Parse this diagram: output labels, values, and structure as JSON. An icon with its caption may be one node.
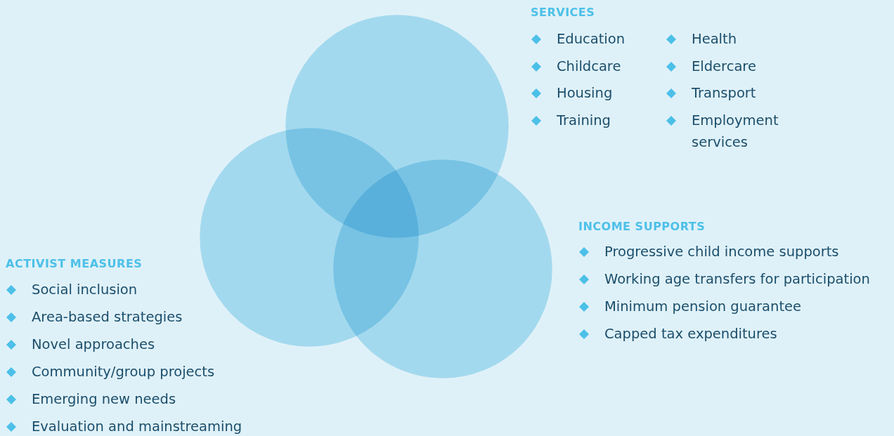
{
  "diagram": {
    "nodes": [
      {
        "text": [],
        "shape": "circle"
      },
      {
        "text": [],
        "shape": "circle"
      },
      {
        "text": [],
        "shape": "circle"
      }
    ],
    "labels": [
      "SERVICES",
      "Education",
      "Health",
      "Childcare",
      "Eldercare",
      "Housing",
      "Transport",
      "Training",
      "Employment services",
      "INCOME SUPPORTS",
      "Progressive child income supports",
      "Working age transfers for participation",
      "Minimum pension guarantee",
      "Capped tax expenditures",
      "ACTIVIST MEASURES",
      "Social inclusion",
      "Area-based strategies",
      "Novel approaches",
      "Community/group projects",
      "Emerging new needs",
      "Evaluation and mainstreaming"
    ]
  }
}
